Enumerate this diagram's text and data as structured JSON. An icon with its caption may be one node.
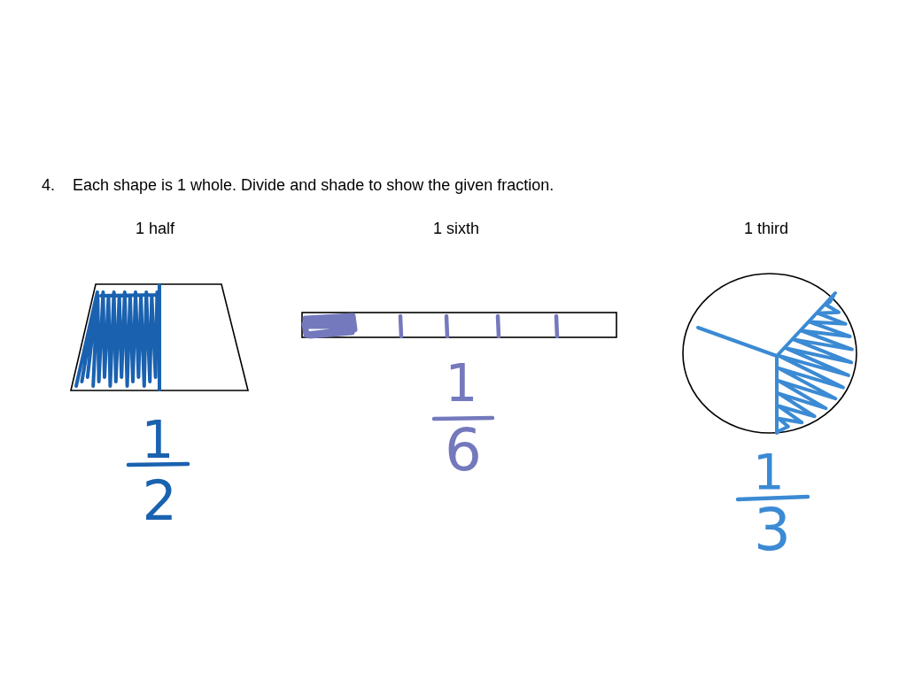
{
  "diagram": {
    "labels": [
      "4.",
      "Each shape is 1 whole. Divide and shade to show the given fraction.",
      "1 half",
      "1 sixth",
      "1 third",
      "1",
      "2",
      "1",
      "6",
      "1",
      "3"
    ]
  }
}
